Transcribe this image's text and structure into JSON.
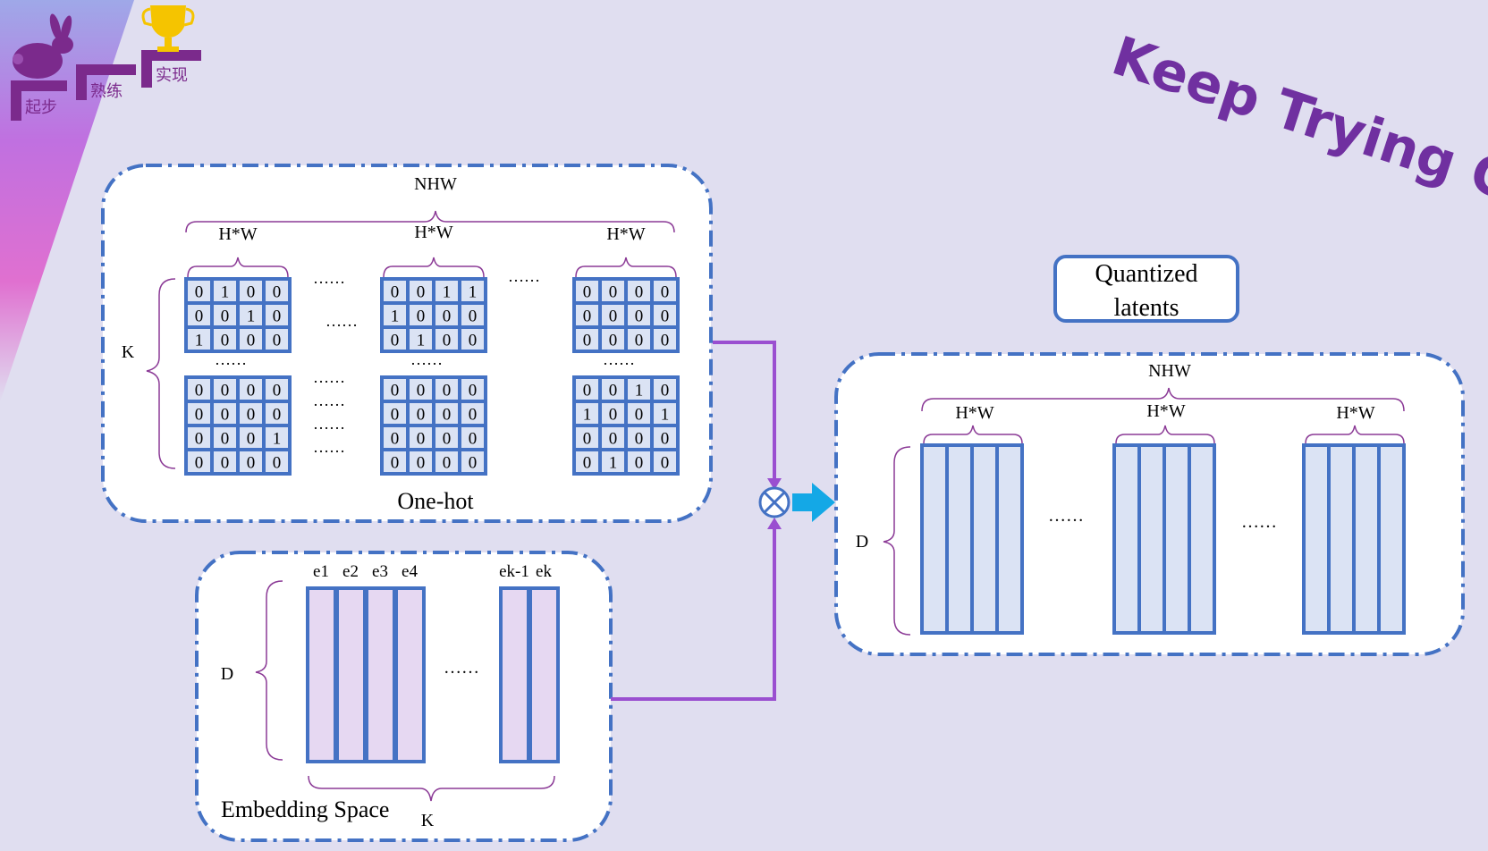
{
  "logo": {
    "steps": [
      "起步",
      "熟练",
      "实现"
    ]
  },
  "banner": "Keep Trying Go",
  "onehot": {
    "title": "One-hot",
    "nhw": "NHW",
    "hw": [
      "H*W",
      "H*W",
      "H*W"
    ],
    "k_label": "K",
    "dots": "……",
    "matrices": [
      {
        "top": [
          [
            "0",
            "1",
            "0",
            "0"
          ],
          [
            "0",
            "0",
            "1",
            "0"
          ],
          [
            "1",
            "0",
            "0",
            "0"
          ]
        ],
        "bottom": [
          [
            "0",
            "0",
            "0",
            "0"
          ],
          [
            "0",
            "0",
            "0",
            "0"
          ],
          [
            "0",
            "0",
            "0",
            "1"
          ],
          [
            "0",
            "0",
            "0",
            "0"
          ]
        ]
      },
      {
        "top": [
          [
            "0",
            "0",
            "1",
            "1"
          ],
          [
            "1",
            "0",
            "0",
            "0"
          ],
          [
            "0",
            "1",
            "0",
            "0"
          ]
        ],
        "bottom": [
          [
            "0",
            "0",
            "0",
            "0"
          ],
          [
            "0",
            "0",
            "0",
            "0"
          ],
          [
            "0",
            "0",
            "0",
            "0"
          ],
          [
            "0",
            "0",
            "0",
            "0"
          ]
        ]
      },
      {
        "top": [
          [
            "0",
            "0",
            "0",
            "0"
          ],
          [
            "0",
            "0",
            "0",
            "0"
          ],
          [
            "0",
            "0",
            "0",
            "0"
          ]
        ],
        "bottom": [
          [
            "0",
            "0",
            "1",
            "0"
          ],
          [
            "1",
            "0",
            "0",
            "1"
          ],
          [
            "0",
            "0",
            "0",
            "0"
          ],
          [
            "0",
            "1",
            "0",
            "0"
          ]
        ]
      }
    ]
  },
  "embedding": {
    "title": "Embedding Space",
    "d_label": "D",
    "k_label": "K",
    "dots": "……",
    "vectors": [
      "e1",
      "e2",
      "e3",
      "e4",
      "ek-1",
      "ek"
    ]
  },
  "quantized": {
    "title_line1": "Quantized",
    "title_line2": "latents",
    "nhw": "NHW",
    "hw": [
      "H*W",
      "H*W",
      "H*W"
    ],
    "d_label": "D",
    "dots": "……"
  },
  "colors": {
    "background": "#e0def0",
    "box_border": "#4472c4",
    "matrix_fill": "#dbe3f4",
    "embed_fill": "#e6d8f2",
    "brace": "#8b3a96",
    "connector": "#9a4fd0",
    "arrow": "#14a8e6",
    "banner": "#7030a0",
    "logo_purple": "#7b2a8c",
    "trophy": "#f5c400"
  }
}
